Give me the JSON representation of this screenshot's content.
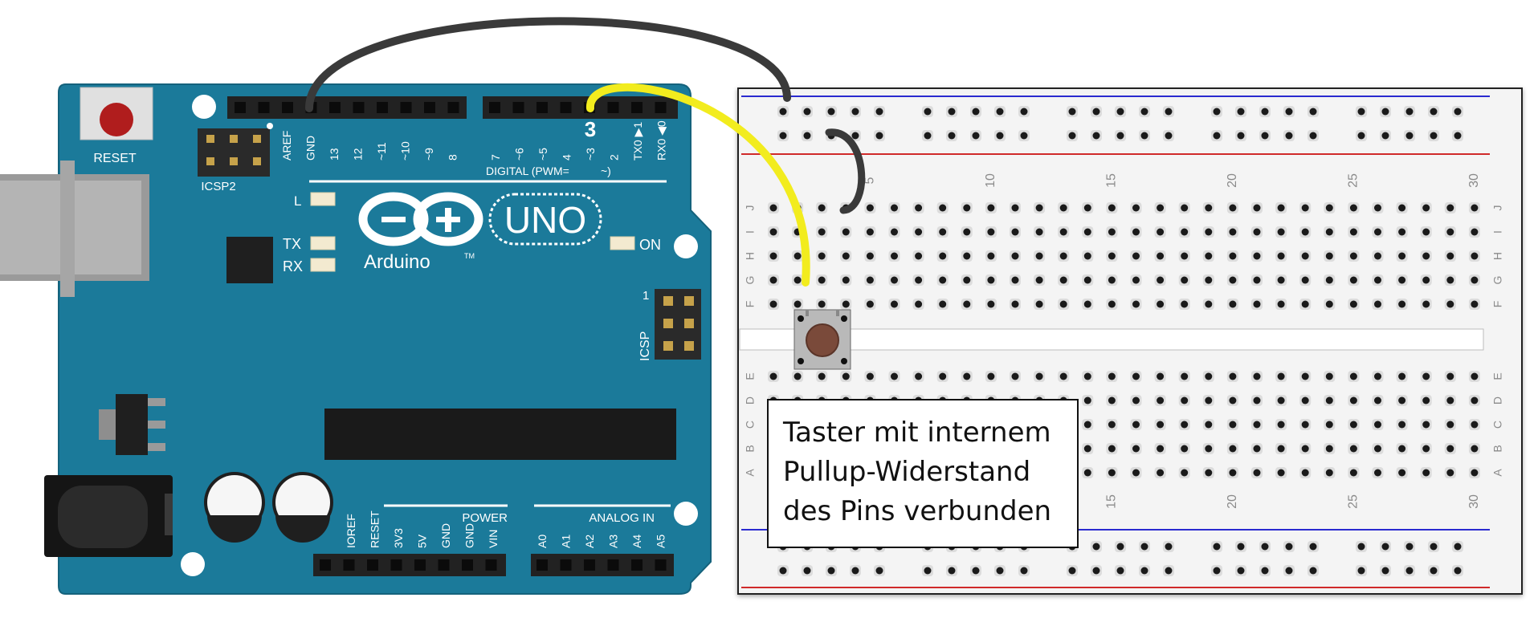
{
  "arduino": {
    "reset_label": "RESET",
    "icsp2_label": "ICSP2",
    "icsp_label": "ICSP",
    "icsp_pin1": "1",
    "led_l": "L",
    "led_tx": "TX",
    "led_rx": "RX",
    "led_on": "ON",
    "logo_text": "UNO",
    "brand": "Arduino",
    "tm": "TM",
    "digital_label": "DIGITAL (PWM=",
    "pwm_symbol": "~)",
    "power_label": "POWER",
    "analog_label": "ANALOG IN",
    "top_pins": [
      "AREF",
      "GND",
      "13",
      "12",
      "~11",
      "~10",
      "~9",
      "8"
    ],
    "top_pins_right": [
      "7",
      "~6",
      "~5",
      "4",
      "~3",
      "2",
      "TX0 ▶1",
      "RX0 ◀0"
    ],
    "highlight_pin": "3",
    "power_pins": [
      "IOREF",
      "RESET",
      "3V3",
      "5V",
      "GND",
      "GND",
      "VIN"
    ],
    "analog_pins": [
      "A0",
      "A1",
      "A2",
      "A3",
      "A4",
      "A5"
    ]
  },
  "breadboard": {
    "row_letters_top": [
      "J",
      "I",
      "H",
      "G",
      "F"
    ],
    "row_letters_bottom": [
      "E",
      "D",
      "C",
      "B",
      "A"
    ],
    "column_numbers": [
      "5",
      "10",
      "15",
      "20",
      "25",
      "30"
    ]
  },
  "callout": {
    "lines": [
      "Taster mit internem",
      "Pullup-Widerstand",
      "des Pins verbunden"
    ]
  },
  "colors": {
    "board": "#1b7a9a",
    "yellow_wire": "#f2ec1e",
    "black_wire": "#3a3a3a",
    "button": "#7a4a3a"
  }
}
